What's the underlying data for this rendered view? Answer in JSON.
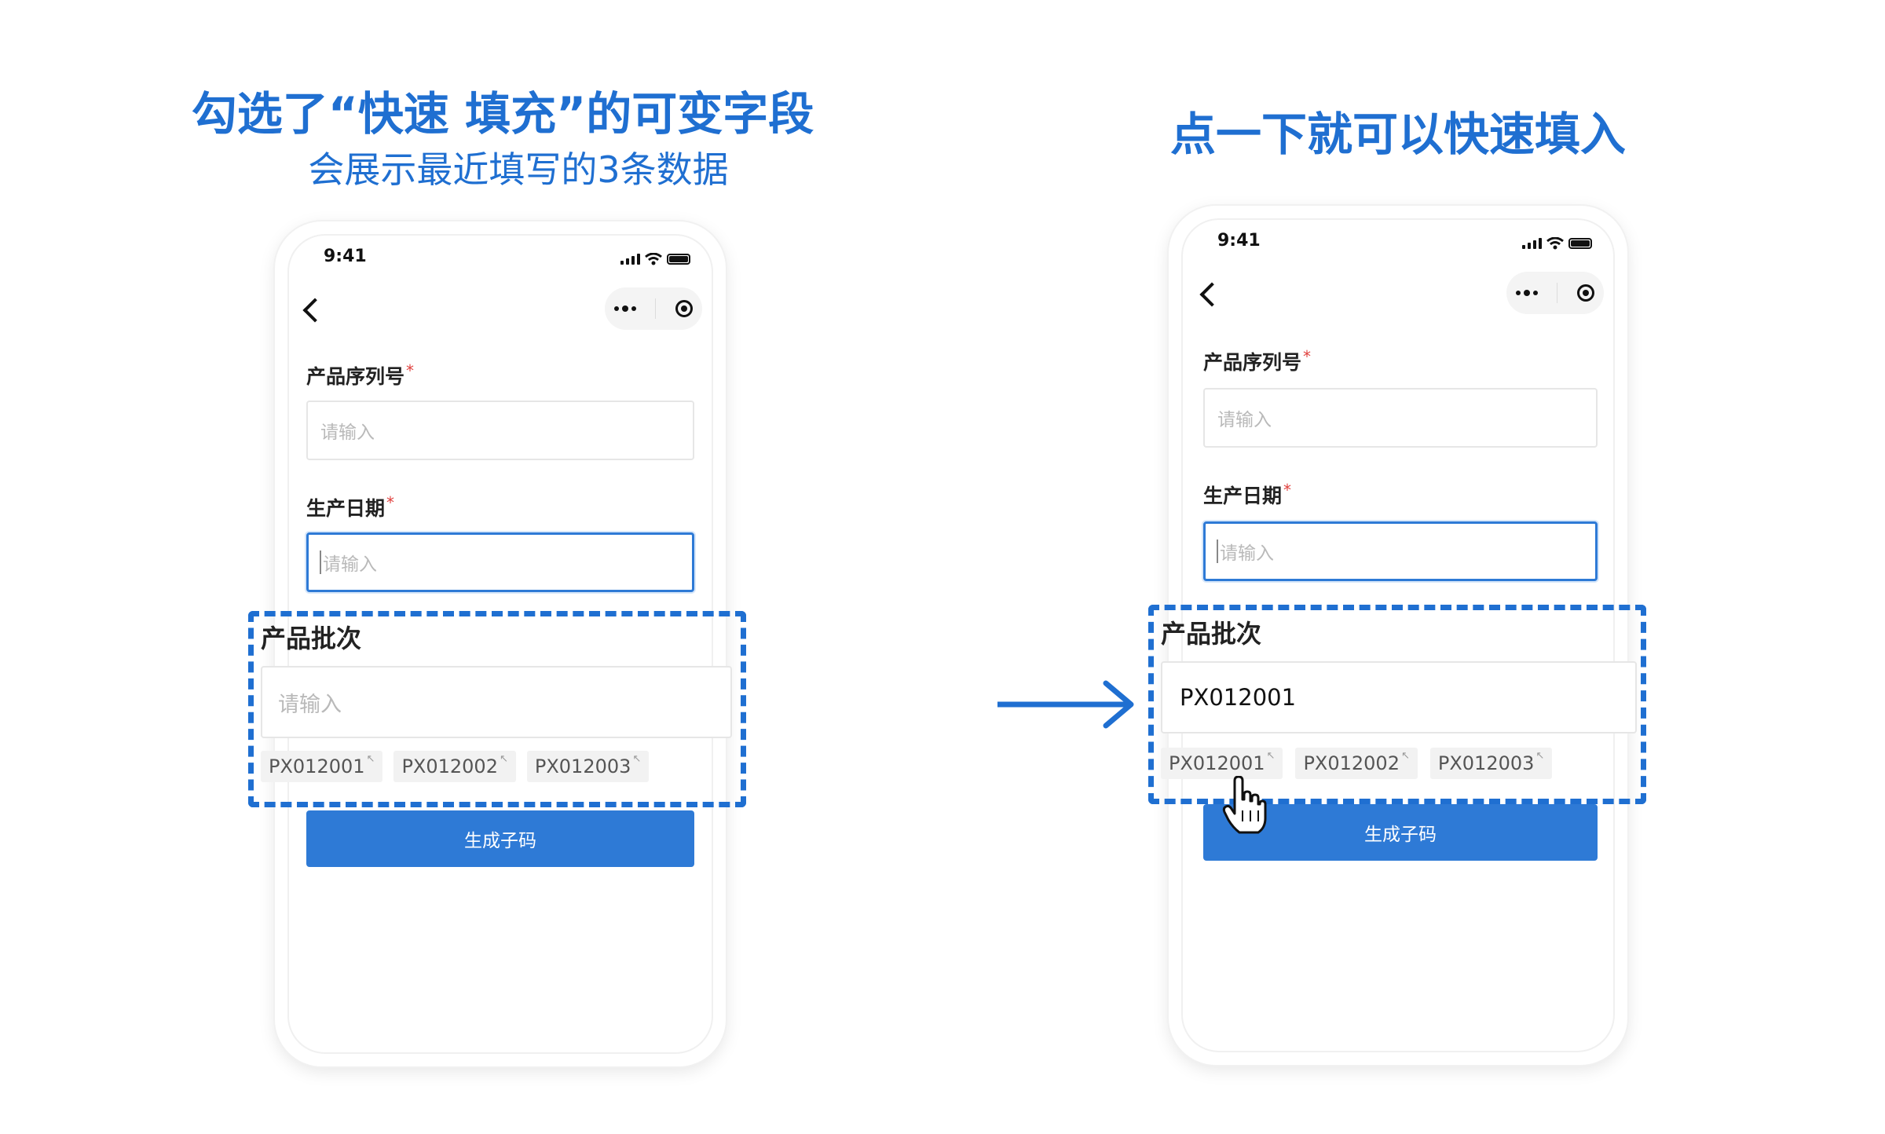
{
  "headings": {
    "left_title": "勾选了“快速 填充”的可变字段",
    "left_subtitle": "会展示最近填写的3条数据",
    "right_title": "点一下就可以快速填入"
  },
  "status_bar": {
    "time": "9:41"
  },
  "form": {
    "serial_label": "产品序列号",
    "date_label": "生产日期",
    "batch_label": "产品批次",
    "required_mark": "*",
    "placeholder": "请输入",
    "submit_label": "生成子码"
  },
  "left_phone": {
    "batch_value": ""
  },
  "right_phone": {
    "batch_value": "PX012001"
  },
  "suggestions": [
    {
      "label": "PX012001",
      "mark": "↖"
    },
    {
      "label": "PX012002",
      "mark": "↖"
    },
    {
      "label": "PX012003",
      "mark": "↖"
    }
  ],
  "colors": {
    "accent": "#1f6fd1",
    "button": "#2e7ad6",
    "required": "#e0413e"
  },
  "icons": [
    "back-icon",
    "more-dots-icon",
    "close-capsule-icon",
    "signal-icon",
    "wifi-icon",
    "battery-icon",
    "arrow-right-icon",
    "hand-cursor-icon"
  ]
}
